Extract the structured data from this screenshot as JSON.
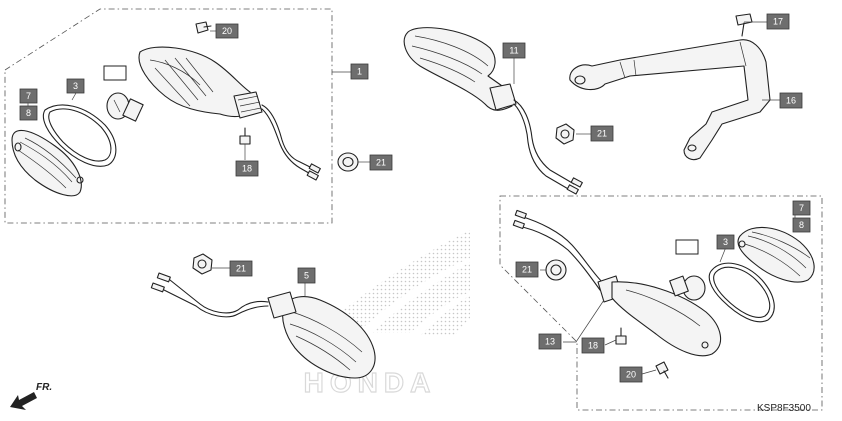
{
  "diagram": {
    "code": "KSP8F3500",
    "direction_label": "FR.",
    "watermark_text": "HONDA",
    "callouts": [
      {
        "id": "c1",
        "label": "1"
      },
      {
        "id": "c3a",
        "label": "3"
      },
      {
        "id": "c7a",
        "label": "7"
      },
      {
        "id": "c8a",
        "label": "8"
      },
      {
        "id": "c20a",
        "label": "20"
      },
      {
        "id": "c18a",
        "label": "18"
      },
      {
        "id": "c21a",
        "label": "21"
      },
      {
        "id": "c11",
        "label": "11"
      },
      {
        "id": "c21b",
        "label": "21"
      },
      {
        "id": "c17",
        "label": "17"
      },
      {
        "id": "c16",
        "label": "16"
      },
      {
        "id": "c21c",
        "label": "21"
      },
      {
        "id": "c5",
        "label": "5"
      },
      {
        "id": "c7b",
        "label": "7"
      },
      {
        "id": "c8b",
        "label": "8"
      },
      {
        "id": "c3b",
        "label": "3"
      },
      {
        "id": "c21d",
        "label": "21"
      },
      {
        "id": "c13",
        "label": "13"
      },
      {
        "id": "c18b",
        "label": "18"
      },
      {
        "id": "c20b",
        "label": "20"
      }
    ]
  }
}
